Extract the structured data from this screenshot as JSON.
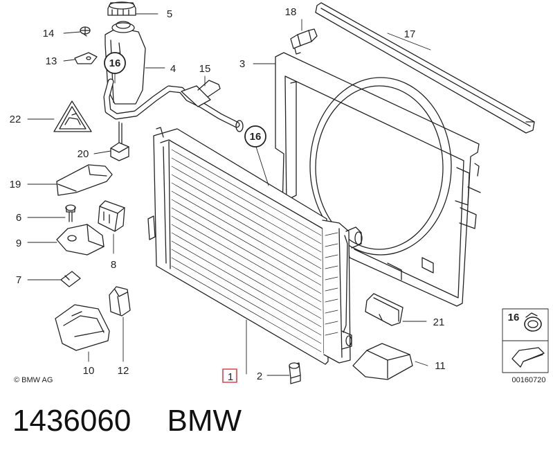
{
  "diagram": {
    "copyright": "© BMW AG",
    "ref_code": "00160720",
    "highlighted_part": "1",
    "callouts": {
      "c1": "1",
      "c2": "2",
      "c3": "3",
      "c4": "4",
      "c5": "5",
      "c6": "6",
      "c7": "7",
      "c8": "8",
      "c9": "9",
      "c10": "10",
      "c11": "11",
      "c12": "12",
      "c13": "13",
      "c14": "14",
      "c15": "15",
      "c16": "16",
      "c17": "17",
      "c18": "18",
      "c19": "19",
      "c20": "20",
      "c21": "21",
      "c22": "22"
    },
    "circled": {
      "a": "16",
      "b": "16"
    },
    "legend_number": "16"
  },
  "footer": {
    "part_number": "1436060",
    "brand": "BMW"
  },
  "colors": {
    "line": "#222222",
    "highlight": "#e0404a",
    "fill": "#ffffff"
  }
}
